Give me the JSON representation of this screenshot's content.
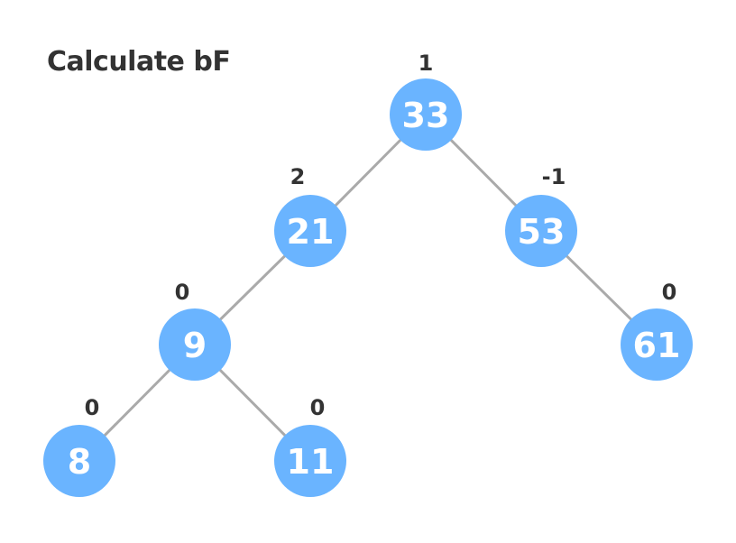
{
  "title": "Calculate bF",
  "colors": {
    "node_fill": "#6ab4ff",
    "node_text": "#ffffff",
    "edge": "#aaaaaa",
    "label_text": "#333333"
  },
  "tree": {
    "nodes": [
      {
        "id": "n33",
        "value": "33",
        "balance_factor": "1"
      },
      {
        "id": "n21",
        "value": "21",
        "balance_factor": "2"
      },
      {
        "id": "n53",
        "value": "53",
        "balance_factor": "-1"
      },
      {
        "id": "n9",
        "value": "9",
        "balance_factor": "0"
      },
      {
        "id": "n61",
        "value": "61",
        "balance_factor": "0"
      },
      {
        "id": "n8",
        "value": "8",
        "balance_factor": "0"
      },
      {
        "id": "n11",
        "value": "11",
        "balance_factor": "0"
      }
    ],
    "edges": [
      {
        "from": "n33",
        "to": "n21"
      },
      {
        "from": "n33",
        "to": "n53"
      },
      {
        "from": "n21",
        "to": "n9"
      },
      {
        "from": "n53",
        "to": "n61"
      },
      {
        "from": "n9",
        "to": "n8"
      },
      {
        "from": "n9",
        "to": "n11"
      }
    ]
  }
}
